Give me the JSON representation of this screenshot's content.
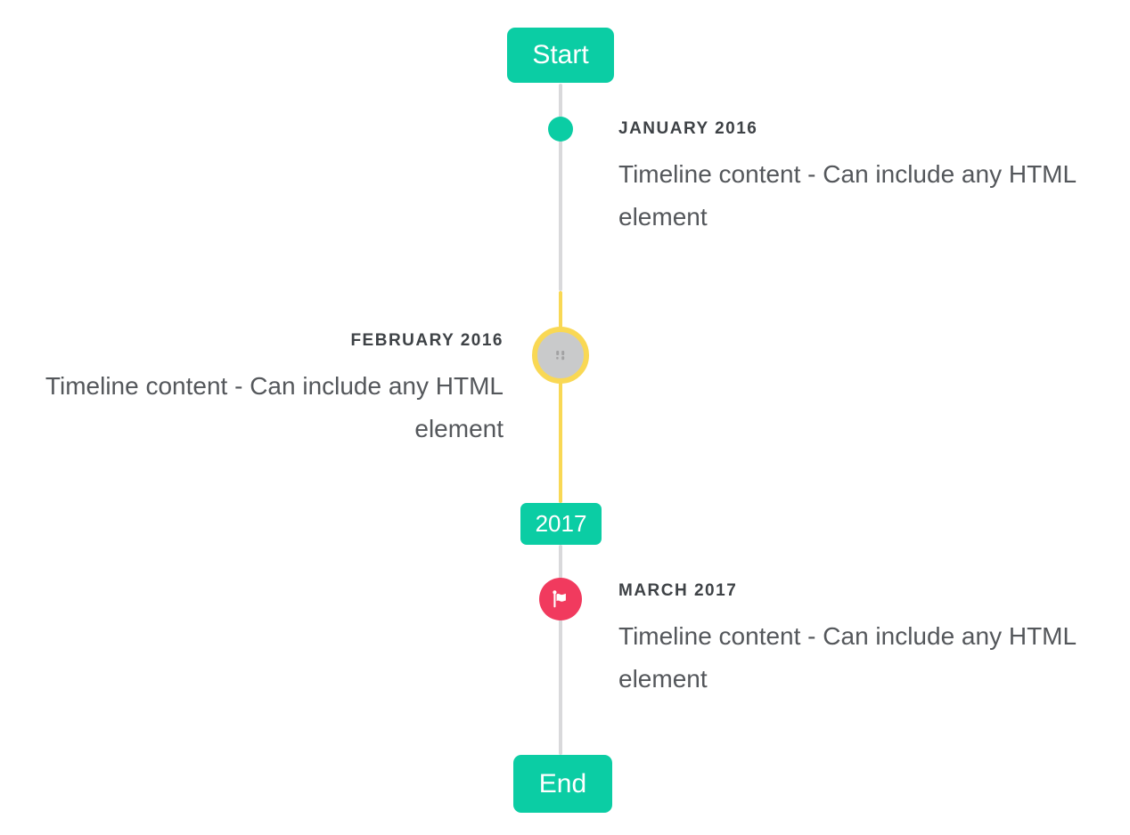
{
  "timeline": {
    "start_button": "Start",
    "end_button": "End",
    "year_badge": "2017",
    "events": [
      {
        "title": "JANUARY 2016",
        "content": "Timeline content - Can include any HTML element",
        "side": "right",
        "marker": "teal-dot"
      },
      {
        "title": "FEBRUARY 2016",
        "content": "Timeline content - Can include any HTML element",
        "side": "left",
        "marker": "gray-circle-yellow-ring",
        "marker_icon": "placeholder-glyph"
      },
      {
        "title": "MARCH 2017",
        "content": "Timeline content - Can include any HTML element",
        "side": "right",
        "marker": "red-circle",
        "marker_icon": "flag"
      }
    ],
    "colors": {
      "accent_teal": "#0bcda4",
      "active_yellow": "#f9d854",
      "flag_red": "#f13a5e",
      "line_gray": "#d9d9db",
      "marker_gray": "#c9cacb",
      "heading_text": "#3e4246",
      "body_text": "#54575b"
    }
  }
}
